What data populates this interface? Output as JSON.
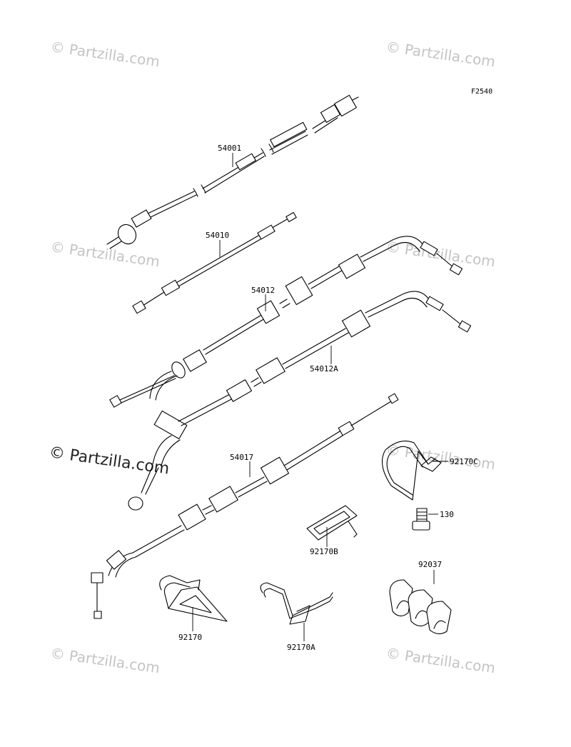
{
  "diagram_code": "F2540",
  "watermark": {
    "small": "© Partzilla.com",
    "large": "© Partzilla.com"
  },
  "parts": [
    {
      "number": "54001"
    },
    {
      "number": "54010"
    },
    {
      "number": "54012"
    },
    {
      "number": "54012A"
    },
    {
      "number": "54017"
    },
    {
      "number": "92170C"
    },
    {
      "number": "130"
    },
    {
      "number": "92170B"
    },
    {
      "number": "92037"
    },
    {
      "number": "92170"
    },
    {
      "number": "92170A"
    }
  ]
}
